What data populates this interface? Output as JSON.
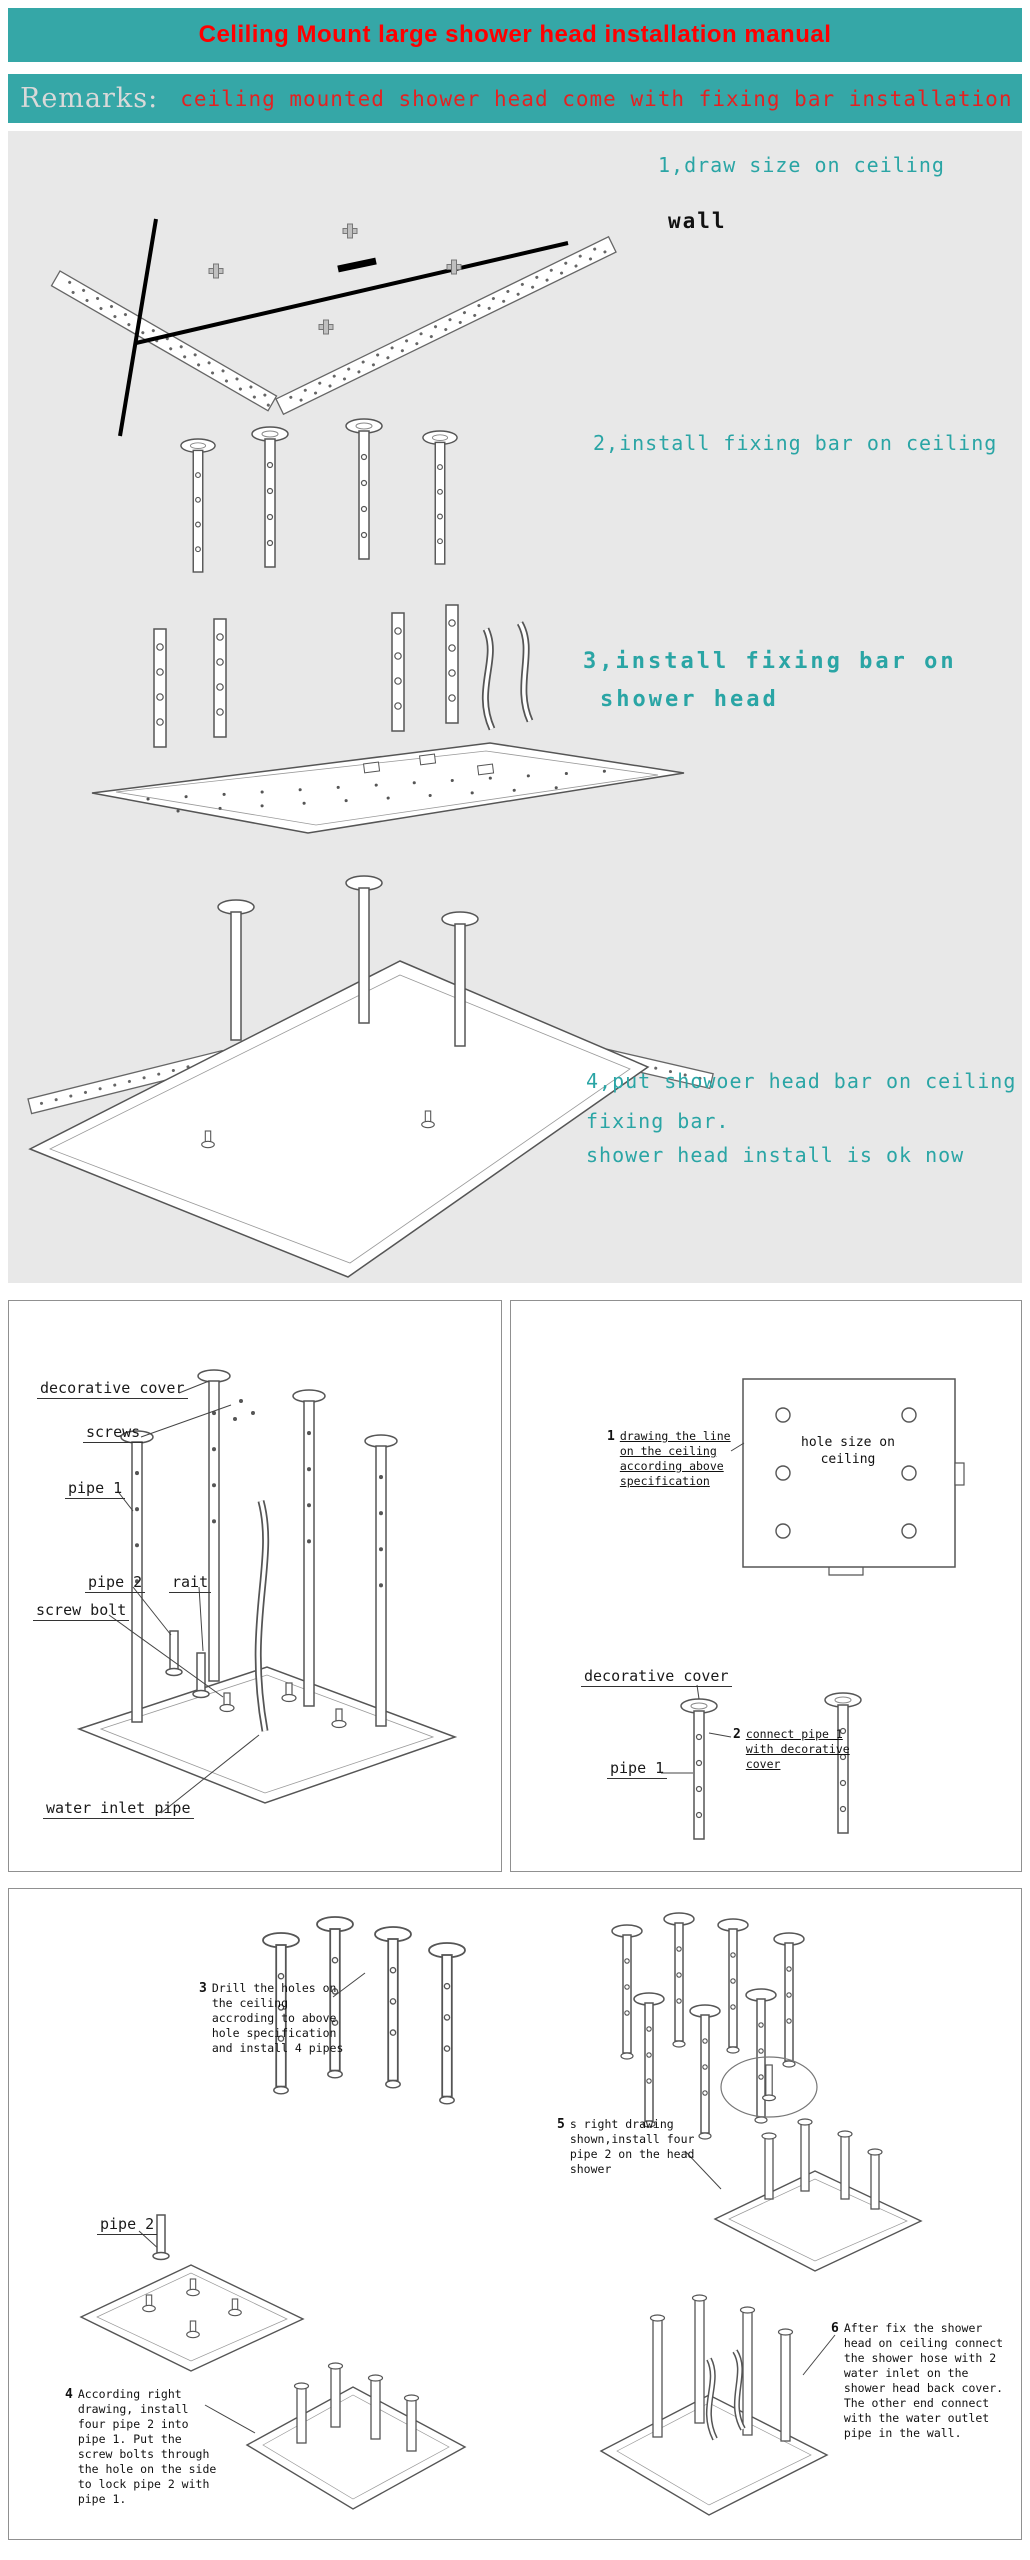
{
  "title": "Celiling Mount large shower head installation manual",
  "remarks": {
    "label": "Remarks:",
    "text": "ceiling mounted shower head come with fixing bar installation"
  },
  "colors": {
    "banner_teal": "#35a7a7",
    "title_red": "#ff0000",
    "step_text_teal": "#2aa5a5",
    "drawing_bg": "#e8e8e8"
  },
  "overview_steps": {
    "step1_label": "1,draw size on ceiling",
    "wall_label": "wall",
    "step2_label": "2,install fixing bar on ceiling",
    "step3_line1": "3,install fixing bar on",
    "step3_line2": "shower head",
    "step4_line1": "4,put showoer head bar on ceiling",
    "step4_line2": "fixing bar.",
    "step4_line3": "shower head install is ok now"
  },
  "parts_panel": {
    "decorative_cover": "decorative cover",
    "screws": "screws",
    "pipe1": "pipe 1",
    "pipe2": "pipe 2",
    "rait": "rait",
    "screw_bolt": "screw bolt",
    "water_inlet_pipe": "water inlet pipe"
  },
  "ceiling_panel": {
    "callout1_num": "1",
    "callout1_text": "drawing the line on the ceiling according above specification",
    "hole_size_label": "hole size on ceiling",
    "decorative_cover": "decorative cover",
    "pipe1": "pipe 1",
    "callout2_num": "2",
    "callout2_text": "connect pipe 1 with decorative cover"
  },
  "assembly_panel": {
    "callout3_num": "3",
    "callout3_text": "Drill the holes on the ceiling accroding to above hole specification and install 4 pipes",
    "pipe2_label": "pipe 2",
    "callout4_num": "4",
    "callout4_text": "According right drawing, install four pipe 2 into pipe 1. Put the screw bolts through the hole on the side to lock pipe 2 with pipe 1.",
    "callout5_num": "5",
    "callout5_text": "s right drawing shown,install four pipe 2 on the head shower",
    "callout6_num": "6",
    "callout6_text": "After fix the shower head on ceiling connect the shower hose with 2 water inlet on the shower head back cover. The other end connect with the water outlet pipe in the wall."
  }
}
